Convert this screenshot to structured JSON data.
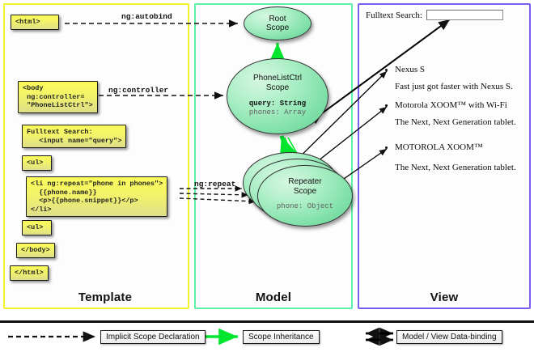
{
  "panels": {
    "template": {
      "title": "Template",
      "border_color": "#f2f22e"
    },
    "model": {
      "title": "Model",
      "border_color": "#5cf0a8"
    },
    "view": {
      "title": "View",
      "border_color": "#7b5cf0"
    }
  },
  "template_code": {
    "html_open": "<html>",
    "body_open": "<body\n ng:controller=\n \"PhoneListCtrl\">",
    "search": "Fulltext Search:\n   <input name=\"query\">",
    "ul_open": "<ul>",
    "li_repeat": "<li ng:repeat=\"phone in phones\">\n  {{phone.name}}\n  <p>{{phone.snippet}}</p>\n</li>",
    "ul_close": "<ul>",
    "body_close": "</body>",
    "html_close": "</html>"
  },
  "edges": {
    "autobind": "ng:autobind",
    "controller": "ng:controller",
    "repeat": "ng:repeat"
  },
  "model": {
    "root_scope": {
      "line1": "Root",
      "line2": "Scope"
    },
    "ctrl_scope": {
      "line1": "PhoneListCtrl",
      "line2": "Scope",
      "var1": "query: String",
      "var2": "phones: Array"
    },
    "repeat_scope": {
      "line1": "Repeater",
      "line2": "Scope",
      "var1": "phone: Object"
    }
  },
  "view": {
    "search_label": "Fulltext Search:",
    "search_value": "",
    "search_placeholder": "",
    "items": [
      {
        "name": "Nexus S",
        "desc": "Fast just got faster with Nexus S."
      },
      {
        "name": "Motorola XOOM™  with Wi-Fi",
        "desc": "The Next, Next Generation tablet."
      },
      {
        "name": "MOTOROLA XOOM™",
        "desc": "The Next, Next Generation tablet."
      }
    ]
  },
  "legend": {
    "implicit": "Implicit Scope Declaration",
    "inherit": "Scope Inheritance",
    "binding": "Model / View Data-binding"
  },
  "colors": {
    "dashed_arrow": "#111111",
    "inherit_arrow": "#00e62e",
    "binding_arrow": "#000000",
    "scope_fill": "#7fe0a8",
    "code_fill": "#f3f36a"
  }
}
